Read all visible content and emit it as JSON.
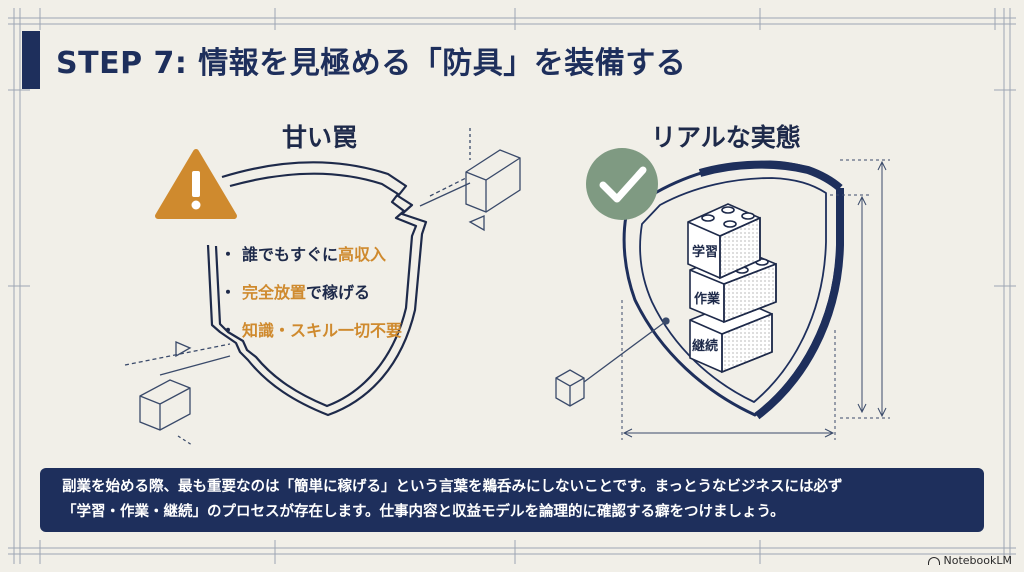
{
  "title": "STEP 7: 情報を見極める「防具」を装備する",
  "left": {
    "heading": "甘い罠",
    "icon": "warning-icon",
    "bullets": [
      {
        "plain": "誰でもすぐに",
        "highlight": "高収入",
        "after": ""
      },
      {
        "plain": "",
        "highlight": "完全放置",
        "after": "で稼げる"
      },
      {
        "plain": "",
        "highlight": "知識・スキル一切不要",
        "after": ""
      }
    ]
  },
  "right": {
    "heading": "リアルな実態",
    "icon": "check-icon",
    "blocks": [
      "学習",
      "作業",
      "継続"
    ]
  },
  "summary": {
    "line1": "副業を始める際、最も重要なのは「簡単に稼げる」という言葉を鵜呑みにしないことです。まっとうなビジネスには必ず",
    "line2": "「学習・作業・継続」のプロセスが存在します。仕事内容と収益モデルを論理的に確認する癖をつけましょう。"
  },
  "watermark": "NotebookLM",
  "colors": {
    "navy": "#1e2f5c",
    "orange": "#cf8a2e",
    "green": "#7f9a82",
    "bg": "#f1efe8"
  }
}
